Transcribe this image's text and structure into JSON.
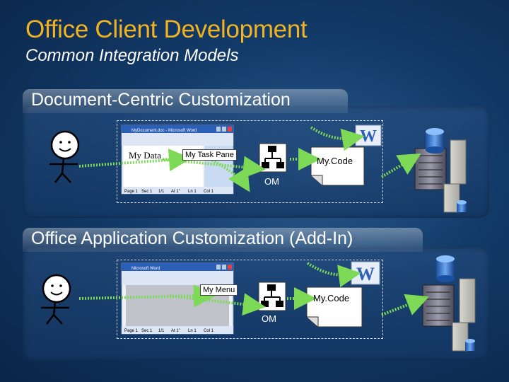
{
  "slide": {
    "title": "Office Client Development",
    "subtitle": "Common Integration Models"
  },
  "panels": [
    {
      "heading": "Document-Centric Customization",
      "word_window_title": "MyDocument.doc - Microsoft Word",
      "my_data": "My Data",
      "task_pane": "My Task Pane",
      "om": "OM",
      "my_code": "My.Code",
      "status_bar": [
        "Page 1",
        "Sec 1",
        "1/1",
        "At 1\"",
        "Ln 1",
        "Col 1"
      ]
    },
    {
      "heading": "Office Application Customization (Add-In)",
      "word_window_title": "Microsoft Word",
      "menu": "My Menu",
      "om": "OM",
      "my_code": "My.Code",
      "status_bar": [
        "Page 1",
        "Sec 1",
        "1/1",
        "At 1\"",
        "Ln 1",
        "Col 1"
      ]
    }
  ],
  "colors": {
    "title": "#f0b323",
    "background": "#123a68",
    "arrow": "#7ed957",
    "word_blue": "#2b5fb8"
  },
  "icons": [
    "stick-figure-icon",
    "word-window-icon",
    "word-logo-icon",
    "server-icon",
    "database-icon",
    "object-model-icon",
    "code-document-icon"
  ]
}
